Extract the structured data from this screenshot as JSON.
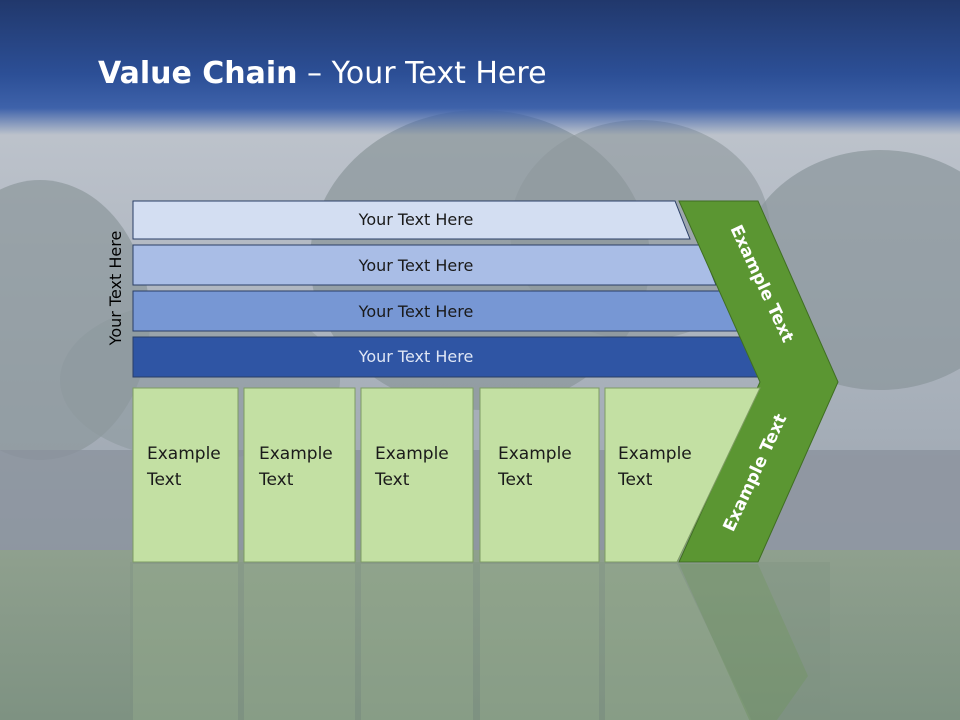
{
  "slide": {
    "title_strong": "Value Chain",
    "title_rest": " – Your Text Here",
    "side_label": "Your Text Here"
  },
  "support_rows": [
    {
      "label": "Your Text Here",
      "color": "#d3def2"
    },
    {
      "label": "Your Text Here",
      "color": "#a9bde6"
    },
    {
      "label": "Your Text Here",
      "color": "#7797d4"
    },
    {
      "label": "Your Text Here",
      "color": "#2f55a4"
    }
  ],
  "primary_activities": [
    {
      "line1": "Example",
      "line2": "Text"
    },
    {
      "line1": "Example",
      "line2": "Text"
    },
    {
      "line1": "Example",
      "line2": "Text"
    },
    {
      "line1": "Example",
      "line2": "Text"
    },
    {
      "line1": "Example",
      "line2": "Text"
    }
  ],
  "margin_arrow": {
    "upper_label": "Example Text",
    "lower_label": "Example Text",
    "color": "#5b9632"
  },
  "colors": {
    "header": "#2e55a3",
    "activity_fill": "#c3e0a3",
    "activity_border": "#7e9c63"
  }
}
